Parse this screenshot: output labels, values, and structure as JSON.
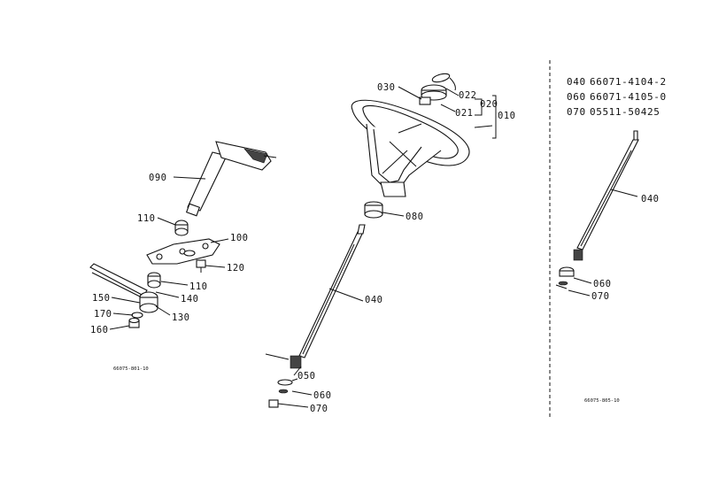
{
  "labels": {
    "p090a": "090",
    "p110a": "110",
    "p100": "100",
    "p120": "120",
    "p110b": "110",
    "p150": "150",
    "p140": "140",
    "p170": "170",
    "p130": "130",
    "p160": "160",
    "p030": "030",
    "p022": "022",
    "p021": "021",
    "p020": "020",
    "p010": "010",
    "p080": "080",
    "p040a": "040",
    "p050": "050",
    "p060a": "060",
    "p070a": "070",
    "p040b": "040",
    "p060b": "060",
    "p070b": "070"
  },
  "legend": [
    {
      "ref": "040",
      "part_no": "66071-4104-2"
    },
    {
      "ref": "060",
      "part_no": "66071-4105-0"
    },
    {
      "ref": "070",
      "part_no": "05511-50425"
    }
  ],
  "figure_codes": {
    "left": "66075-801-10",
    "right": "66075-805-10"
  }
}
